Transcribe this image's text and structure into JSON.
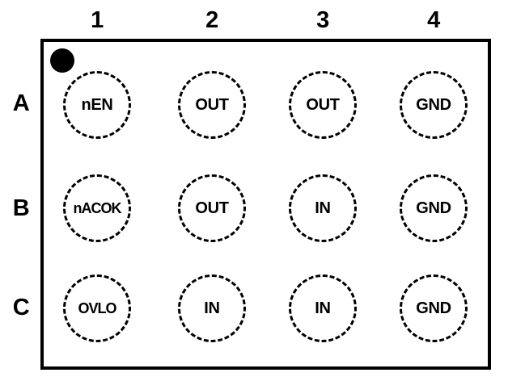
{
  "diagram": {
    "type": "bga-ball-map",
    "title": "",
    "package_outline": {
      "stroke_color": "#000000"
    },
    "pin1_marker": {
      "name": "pin-1-index-dot",
      "color": "#000000"
    },
    "columns": [
      "1",
      "2",
      "3",
      "4"
    ],
    "rows": [
      "A",
      "B",
      "C"
    ],
    "balls": [
      {
        "row": "A",
        "col": "1",
        "designator": "A1",
        "label": "nEN"
      },
      {
        "row": "A",
        "col": "2",
        "designator": "A2",
        "label": "OUT"
      },
      {
        "row": "A",
        "col": "3",
        "designator": "A3",
        "label": "OUT"
      },
      {
        "row": "A",
        "col": "4",
        "designator": "A4",
        "label": "GND"
      },
      {
        "row": "B",
        "col": "1",
        "designator": "B1",
        "label": "nACOK"
      },
      {
        "row": "B",
        "col": "2",
        "designator": "B2",
        "label": "OUT"
      },
      {
        "row": "B",
        "col": "3",
        "designator": "B3",
        "label": "IN"
      },
      {
        "row": "B",
        "col": "4",
        "designator": "B4",
        "label": "GND"
      },
      {
        "row": "C",
        "col": "1",
        "designator": "C1",
        "label": "OVLO"
      },
      {
        "row": "C",
        "col": "2",
        "designator": "C2",
        "label": "IN"
      },
      {
        "row": "C",
        "col": "3",
        "designator": "C3",
        "label": "IN"
      },
      {
        "row": "C",
        "col": "4",
        "designator": "C4",
        "label": "GND"
      }
    ]
  }
}
